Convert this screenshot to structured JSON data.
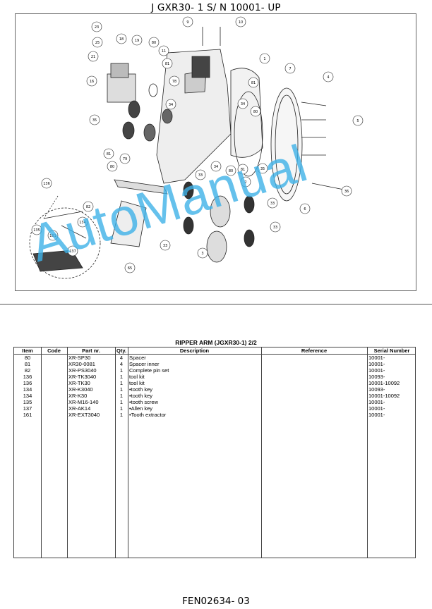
{
  "page_title": "J GXR30- 1 S/ N 10001- UP",
  "watermark": "AutoManual",
  "table_title": "RIPPER ARM (JGXR30-1) 2/2",
  "columns": [
    "Item",
    "Code",
    "Part nr.",
    "Qty.",
    "Description",
    "Reference",
    "Serial Number"
  ],
  "rows": [
    {
      "item": "80",
      "code": "",
      "part": "XR-SP30",
      "qty": "4",
      "desc": "Spacer",
      "ref": "",
      "serial": "10001-"
    },
    {
      "item": "81",
      "code": "",
      "part": "XR30-0081",
      "qty": "4",
      "desc": "Spacer inner",
      "ref": "",
      "serial": "10001-"
    },
    {
      "item": "82",
      "code": "",
      "part": "XR-PS3040",
      "qty": "1",
      "desc": "Complete pin set",
      "ref": "",
      "serial": "10001-"
    },
    {
      "item": "136",
      "code": "",
      "part": "XR-TK3040",
      "qty": "1",
      "desc": "tool kit",
      "ref": "",
      "serial": "10093-"
    },
    {
      "item": "136",
      "code": "",
      "part": "XR-TK30",
      "qty": "1",
      "desc": "tool kit",
      "ref": "",
      "serial": "10001-10092"
    },
    {
      "item": "134",
      "code": "",
      "part": "XR-K3040",
      "qty": "1",
      "desc": "•tooth key",
      "ref": "",
      "serial": "10093-"
    },
    {
      "item": "134",
      "code": "",
      "part": "XR-K30",
      "qty": "1",
      "desc": "•tooth key",
      "ref": "",
      "serial": "10001-10092"
    },
    {
      "item": "135",
      "code": "",
      "part": "XR-M16-140",
      "qty": "1",
      "desc": "•tooth screw",
      "ref": "",
      "serial": "10001-"
    },
    {
      "item": "137",
      "code": "",
      "part": "XR-AK14",
      "qty": "1",
      "desc": "•Allen key",
      "ref": "",
      "serial": "10001-"
    },
    {
      "item": "161",
      "code": "",
      "part": "XR-EXT3040",
      "qty": "1",
      "desc": "•Tooth extractor",
      "ref": "",
      "serial": "10001-"
    }
  ],
  "callouts": [
    "23",
    "25",
    "21",
    "18",
    "19",
    "16",
    "80",
    "11",
    "81",
    "78",
    "34",
    "35",
    "81",
    "80",
    "79",
    "9",
    "10",
    "1",
    "7",
    "4",
    "81",
    "80",
    "34",
    "5",
    "34",
    "81",
    "80",
    "35",
    "33",
    "2",
    "36",
    "6",
    "33",
    "33",
    "3",
    "33",
    "136",
    "82",
    "134",
    "135",
    "161",
    "137",
    "65"
  ],
  "footer": "FEN02634- 03"
}
